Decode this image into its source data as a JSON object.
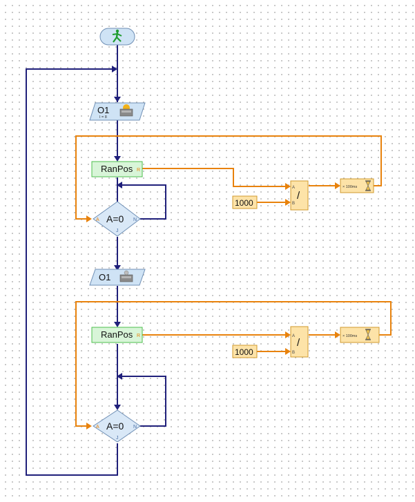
{
  "program": {
    "start_icon": "walking-man-icon",
    "output1": {
      "label": "O1",
      "sub": "I = 8",
      "icon": "lamp-on-icon"
    },
    "ranpos1": {
      "label": "RanPos",
      "port_r": "R"
    },
    "op_div1": {
      "symbol": "/",
      "port_a": "A",
      "port_b": "B"
    },
    "const1": {
      "value": "1000"
    },
    "wait1": {
      "unit": "× 100ms",
      "icon": "hourglass-icon"
    },
    "decision1": {
      "label": "A=0",
      "port_a": "A",
      "port_n": "N",
      "port_j": "J"
    },
    "output2": {
      "label": "O1",
      "icon": "lamp-off-icon"
    },
    "ranpos2": {
      "label": "RanPos",
      "port_r": "R"
    },
    "op_div2": {
      "symbol": "/",
      "port_a": "A",
      "port_b": "B"
    },
    "const2": {
      "value": "1000"
    },
    "wait2": {
      "unit": "× 100ms",
      "icon": "hourglass-icon"
    },
    "decision2": {
      "label": "A=0",
      "port_a": "A",
      "port_n": "N",
      "port_j": "J"
    }
  }
}
